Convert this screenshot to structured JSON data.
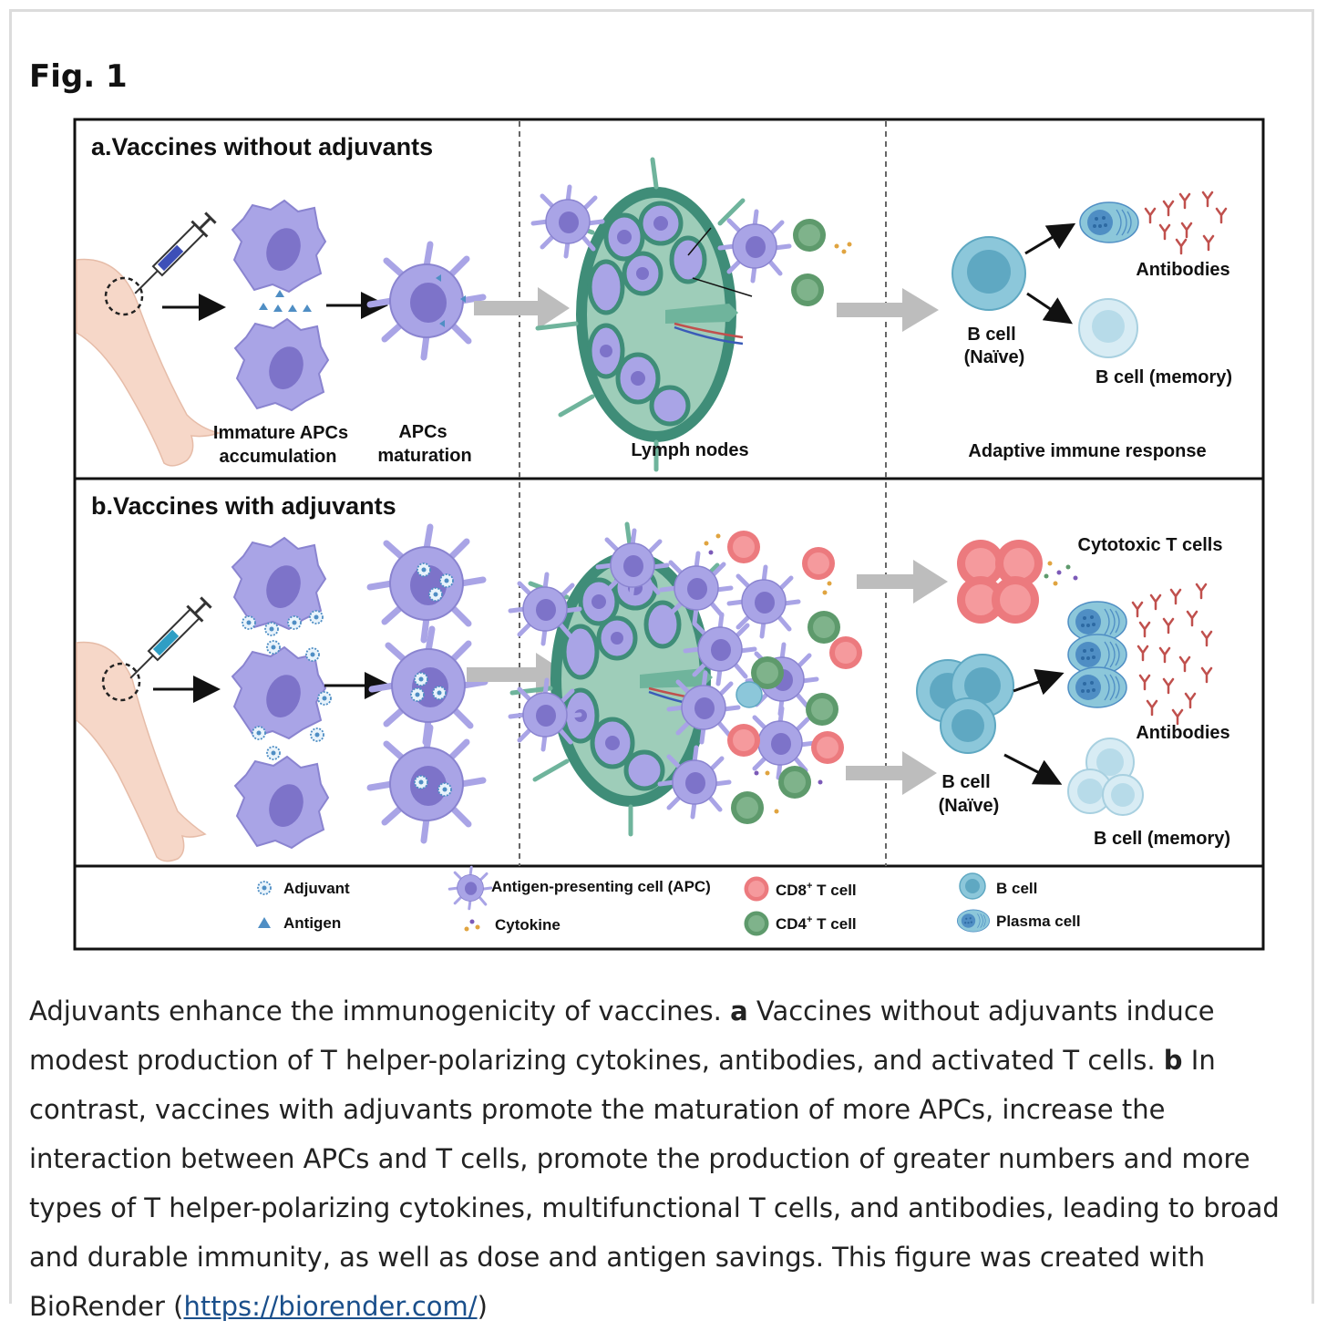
{
  "figure": {
    "label": "Fig. 1",
    "panel_a": {
      "title": "a.Vaccines without adjuvants",
      "label_immature_1": "Immature APCs",
      "label_immature_2": "accumulation",
      "label_maturation_1": "APCs",
      "label_maturation_2": "maturation",
      "label_lymph": "Lymph nodes",
      "label_adaptive": "Adaptive immune response",
      "label_bcell_naive_1": "B cell",
      "label_bcell_naive_2": "(Naïve)",
      "label_antibodies": "Antibodies",
      "label_bcell_memory": "B cell (memory)"
    },
    "panel_b": {
      "title": "b.Vaccines with adjuvants",
      "label_cytotoxic": "Cytotoxic T cells",
      "label_antibodies": "Antibodies",
      "label_bcell_naive_1": "B cell",
      "label_bcell_naive_2": "(Naïve)",
      "label_bcell_memory": "B cell (memory)"
    },
    "legend": {
      "adjuvant": "Adjuvant",
      "antigen": "Antigen",
      "apc": "Antigen-presenting cell (APC)",
      "cytokine": "Cytokine",
      "cd8_main": "CD8",
      "cd8_sup": "+",
      "cd8_rest": " T cell",
      "cd4_main": "CD4",
      "cd4_sup": "+",
      "cd4_rest": " T cell",
      "bcell": "B cell",
      "plasma": "Plasma cell"
    },
    "colors": {
      "apc": "#a9a4e6",
      "apc_nucleus": "#7d73c9",
      "cd8": "#ec7a7e",
      "cd4": "#5e9a6c",
      "bcell": "#8cc7da",
      "plasma": "#4f8ec4",
      "lymph": "#3f8d78",
      "arrow_grey": "#bdbdbd"
    }
  },
  "caption": {
    "part1": "Adjuvants enhance the immunogenicity of vaccines. ",
    "bold_a": "a",
    "part2": " Vaccines without adjuvants induce modest production of T helper-polarizing cytokines, antibodies, and activated T cells. ",
    "bold_b": "b",
    "part3": " In contrast, vaccines with adjuvants promote the maturation of more APCs, increase the interaction between APCs and T cells, promote the production of greater numbers and more types of T helper-polarizing cytokines, multifunctional T cells, and antibodies, leading to broad and durable immunity, as well as dose and antigen savings. This figure was created with BioRender (",
    "link": "https://biorender.com/",
    "part4": ")"
  }
}
